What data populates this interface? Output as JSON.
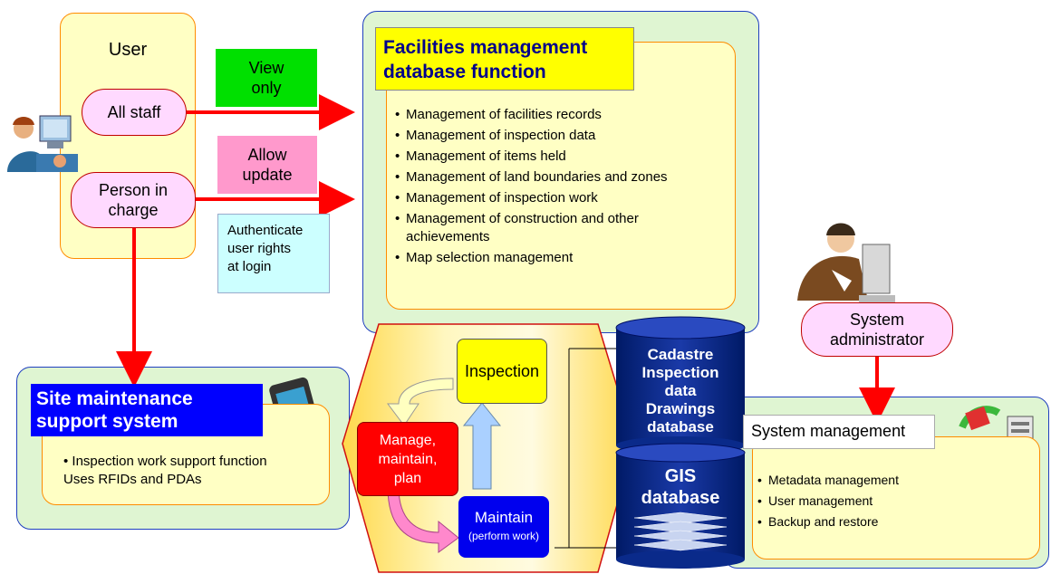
{
  "user": {
    "title": "User",
    "all_staff": "All staff",
    "person_in_charge": [
      "Person in",
      "charge"
    ]
  },
  "access": {
    "view_only": [
      "View",
      "only"
    ],
    "allow_update": [
      "Allow",
      "update"
    ],
    "authenticate": [
      "Authenticate",
      "user rights",
      "at login"
    ]
  },
  "facilities": {
    "title": [
      "Facilities management",
      "database function"
    ],
    "items": [
      "Management of facilities records",
      "Management of inspection data",
      "Management of items held",
      "Management of land boundaries and zones",
      "Management of inspection work",
      "Management of construction and other achievements",
      "Map selection management"
    ]
  },
  "site": {
    "title": [
      "Site maintenance",
      "support system"
    ],
    "items": [
      "Inspection work support function",
      "Uses RFIDs and PDAs"
    ]
  },
  "cycle": {
    "inspection": "Inspection",
    "manage": [
      "Manage,",
      "maintain,",
      "plan"
    ],
    "maintain": "Maintain",
    "perform": "(perform work)"
  },
  "databases": {
    "top": [
      "Cadastre",
      "Inspection",
      "data",
      "Drawings",
      "database"
    ],
    "gis": [
      "GIS",
      "database"
    ]
  },
  "sysadmin": {
    "label": [
      "System",
      "administrator"
    ]
  },
  "sysmgmt": {
    "title": "System management",
    "items": [
      "Metadata management",
      "User management",
      "Backup and restore"
    ]
  },
  "colors": {
    "green_bg": "#dff5d2",
    "yellow_bg": "#ffffc4",
    "pink_bg": "#ffd9ff",
    "arrow_red": "#ff0000",
    "db_blue": "#0a2a8a",
    "title_blue": "#0000ff",
    "view_green": "#00e000",
    "update_pink": "#ff99cc",
    "auth_cyan": "#ccffff"
  }
}
